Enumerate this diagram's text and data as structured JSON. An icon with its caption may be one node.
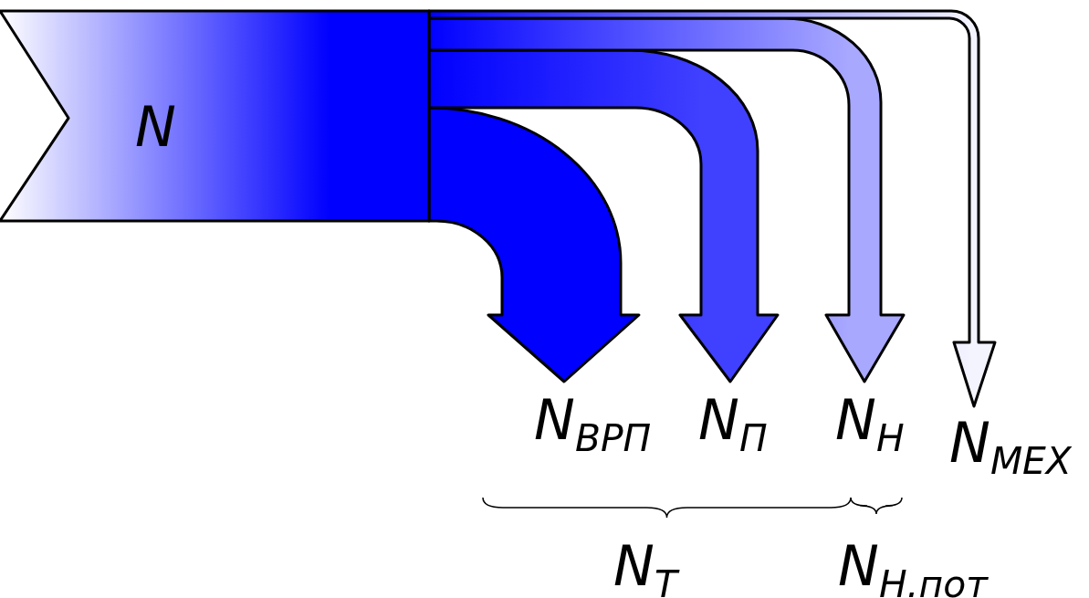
{
  "diagram": {
    "nodes": [
      {
        "text": [
          "N"
        ]
      },
      {
        "text": [
          "N$_{ВРП}$"
        ]
      },
      {
        "text": [
          "N$_{П}$"
        ]
      },
      {
        "text": [
          "N$_{Н}$"
        ]
      },
      {
        "text": [
          "N$_{МЕХ}$"
        ]
      }
    ],
    "edges": [
      {
        "from": 0,
        "to": 1,
        "arrow": "to",
        "color": "#0000ff"
      },
      {
        "from": 0,
        "to": 2,
        "arrow": "to",
        "color": "#4040ff"
      },
      {
        "from": 0,
        "to": 3,
        "arrow": "to",
        "color": "#a8a8ff"
      },
      {
        "from": 0,
        "to": 4,
        "arrow": "to",
        "color": "#f4f4ff"
      }
    ],
    "labels": [
      "N$_{Т}$",
      "N$_{Н.пот}$"
    ]
  }
}
